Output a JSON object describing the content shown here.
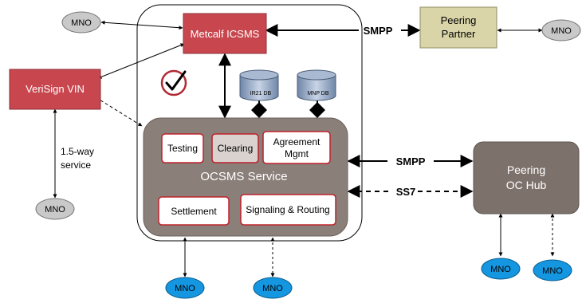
{
  "nodes": {
    "metcalf": "Metcalf ICSMS",
    "verisign": "VeriSign VIN",
    "peering_partner": [
      "Peering",
      "Partner"
    ],
    "ocsms_service": "OCSMS Service",
    "peering_hub": [
      "Peering",
      "OC Hub"
    ],
    "testing": "Testing",
    "clearing": "Clearing",
    "agreement": [
      "Agreement",
      "Mgmt"
    ],
    "settlement": "Settlement",
    "signaling": "Signaling & Routing",
    "ir21_db": "IR21 DB",
    "mnp_db": "MNP DB"
  },
  "mno_label": "MNO",
  "link_labels": {
    "smpp_top": "SMPP",
    "smpp_mid": "SMPP",
    "ss7": "SS7",
    "one_five_way": [
      "1.5-way",
      "service"
    ]
  },
  "colors": {
    "red_box": "#c8474f",
    "peering_partner": "#d9d5a8",
    "service_box": "#8a7f79",
    "hub_box": "#7d716b",
    "clearing_box": "#d9d2cf",
    "mno_grey": "#c9c9c9",
    "mno_blue": "#1496e0"
  },
  "icons": [
    "checkmark-seal-icon",
    "database-icon"
  ]
}
